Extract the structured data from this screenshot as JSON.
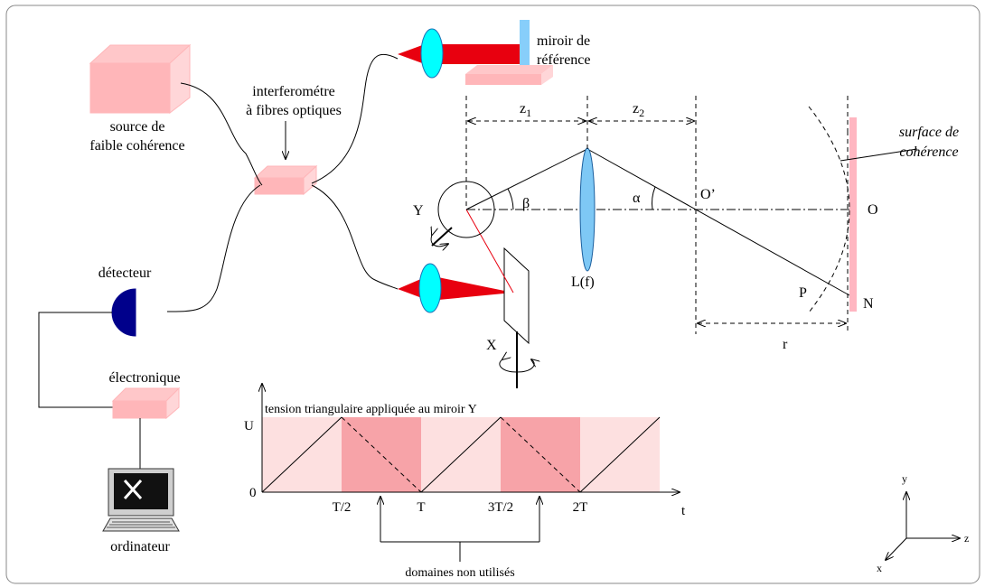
{
  "labels": {
    "source_line1": "source de",
    "source_line2": "faible cohérence",
    "interferometer_line1": "interferométre",
    "interferometer_line2": "à fibres optiques",
    "mirror_line1": "miroir de",
    "mirror_line2": "référence",
    "detector": "détecteur",
    "electronics": "électronique",
    "computer": "ordinateur",
    "z1": "z",
    "z1_sub": "1",
    "z2": "z",
    "z2_sub": "2",
    "beta": "β",
    "alpha": "α",
    "o_prime": "O’",
    "o": "O",
    "y_mirror": "Y",
    "x_mirror": "X",
    "lens": "L(f)",
    "p": "P",
    "n": "N",
    "r": "r",
    "coherence_line1": "surface de",
    "coherence_line2": "cohérence",
    "axis_y": "y",
    "axis_z": "z",
    "axis_x": "x"
  },
  "chart_data": {
    "type": "line",
    "title": "tension triangulaire appliquée au miroir Y",
    "ylabel": "U",
    "xlabel": "t",
    "origin_label": "0",
    "tick_labels": [
      "T/2",
      "T",
      "3T/2",
      "2T"
    ],
    "annotation": "domaines non utilisés",
    "x": [
      0,
      0.5,
      1,
      1.5,
      2,
      2.5
    ],
    "ramps_solid": [
      [
        0,
        0.5
      ],
      [
        1,
        1.5
      ],
      [
        2,
        2.5
      ]
    ],
    "ramps_dashed": [
      [
        0.5,
        1
      ],
      [
        1.5,
        2
      ]
    ],
    "unused_domains": [
      [
        0.5,
        1
      ],
      [
        1.5,
        2
      ]
    ],
    "colors": {
      "used": "#fde0e0",
      "unused": "#f7a3a8"
    }
  },
  "colors": {
    "box_pink": "#ffb6b9",
    "beam_red": "#e8000f",
    "lens_cyan": "#00ffff",
    "lens_blue": "#7ec8f5",
    "mirror_blue": "#87cefa",
    "detector_blue": "#00008b",
    "surface_pink": "#ffb6c1"
  }
}
